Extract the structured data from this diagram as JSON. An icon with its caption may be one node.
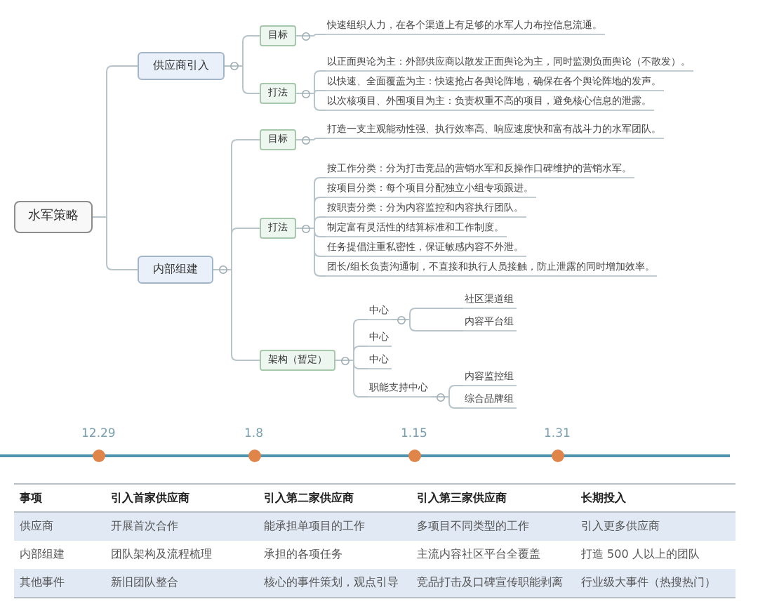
{
  "diagram": {
    "nodes": [
      {
        "text": [
          "水军策略"
        ]
      },
      {
        "text": [
          "供应商引入"
        ]
      },
      {
        "text": [
          "目标"
        ]
      },
      {
        "text": [
          "快速组织人力，在各个渠道上有足够的水军人力布控信息流通。"
        ]
      },
      {
        "text": [
          "打法"
        ]
      },
      {
        "text": [
          "以正面舆论为主：外部供应商以散发正面舆论为主，同时监测负面舆论（不散发）。"
        ]
      },
      {
        "text": [
          "以快速、全面覆盖为主：快速抢占各舆论阵地，确保在各个舆论阵地的发声。"
        ]
      },
      {
        "text": [
          "以次核项目、外围项目为主：负责权重不高的项目，避免核心信息的泄露。"
        ]
      },
      {
        "text": [
          "内部组建"
        ]
      },
      {
        "text": [
          "目标"
        ]
      },
      {
        "text": [
          "打造一支主观能动性强、执行效率高、响应速度快和富有战斗力的水军团队。"
        ]
      },
      {
        "text": [
          "打法"
        ]
      },
      {
        "text": [
          "按工作分类：分为打击竞品的营销水军和反操作口碑维护的营销水军。"
        ]
      },
      {
        "text": [
          "按项目分类：每个项目分配独立小组专项跟进。"
        ]
      },
      {
        "text": [
          "按职责分类：分为内容监控和内容执行团队。"
        ]
      },
      {
        "text": [
          "制定富有灵活性的结算标准和工作制度。"
        ]
      },
      {
        "text": [
          "任务提倡注重私密性，保证敏感内容不外泄。"
        ]
      },
      {
        "text": [
          "团长/组长负责沟通制，不直接和执行人员接触，防止泄露的同时增加效率。"
        ]
      },
      {
        "text": [
          "架构（暂定）"
        ]
      },
      {
        "text": [
          "中心"
        ]
      },
      {
        "text": [
          "社区渠道组"
        ]
      },
      {
        "text": [
          "内容平台组"
        ]
      },
      {
        "text": [
          "中心"
        ]
      },
      {
        "text": [
          "中心"
        ]
      },
      {
        "text": [
          "职能支持中心"
        ]
      },
      {
        "text": [
          "内容监控组"
        ]
      },
      {
        "text": [
          "综合品牌组"
        ]
      }
    ],
    "edges": [
      {
        "from": 0,
        "to": 1,
        "arrow": "none"
      },
      {
        "from": 0,
        "to": 8,
        "arrow": "none"
      },
      {
        "from": 1,
        "to": 2,
        "arrow": "none"
      },
      {
        "from": 2,
        "to": 3,
        "arrow": "none"
      },
      {
        "from": 1,
        "to": 4,
        "arrow": "none"
      },
      {
        "from": 4,
        "to": 5,
        "arrow": "none"
      },
      {
        "from": 4,
        "to": 6,
        "arrow": "none"
      },
      {
        "from": 4,
        "to": 7,
        "arrow": "none"
      },
      {
        "from": 8,
        "to": 9,
        "arrow": "none"
      },
      {
        "from": 9,
        "to": 10,
        "arrow": "none"
      },
      {
        "from": 8,
        "to": 11,
        "arrow": "none"
      },
      {
        "from": 11,
        "to": 12,
        "arrow": "none"
      },
      {
        "from": 11,
        "to": 13,
        "arrow": "none"
      },
      {
        "from": 11,
        "to": 14,
        "arrow": "none"
      },
      {
        "from": 11,
        "to": 15,
        "arrow": "none"
      },
      {
        "from": 11,
        "to": 16,
        "arrow": "none"
      },
      {
        "from": 11,
        "to": 17,
        "arrow": "none"
      },
      {
        "from": 8,
        "to": 18,
        "arrow": "none"
      },
      {
        "from": 18,
        "to": 19,
        "arrow": "none"
      },
      {
        "from": 19,
        "to": 20,
        "arrow": "none"
      },
      {
        "from": 19,
        "to": 21,
        "arrow": "none"
      },
      {
        "from": 18,
        "to": 22,
        "arrow": "none"
      },
      {
        "from": 18,
        "to": 23,
        "arrow": "none"
      },
      {
        "from": 18,
        "to": 24,
        "arrow": "none"
      },
      {
        "from": 24,
        "to": 25,
        "arrow": "none"
      },
      {
        "from": 24,
        "to": 26,
        "arrow": "none"
      }
    ],
    "labels": [
      "12.29",
      "1.8",
      "1.15",
      "1.31",
      "事项",
      "引入首家供应商",
      "引入第二家供应商",
      "引入第三家供应商",
      "长期投入",
      "供应商",
      "开展首次合作",
      "能承担单项目的工作",
      "多项目不同类型的工作",
      "引入更多供应商",
      "内部组建",
      "团队架构及流程梳理",
      "承担的各项任务",
      "主流内容社区平台全覆盖",
      "打造 500 人以上的团队",
      "其他事件",
      "新旧团队整合",
      "核心的事件策划，观点引导",
      "竞品打击及口碑宣传职能剥离",
      "行业级大事件（热搜热门）"
    ]
  }
}
